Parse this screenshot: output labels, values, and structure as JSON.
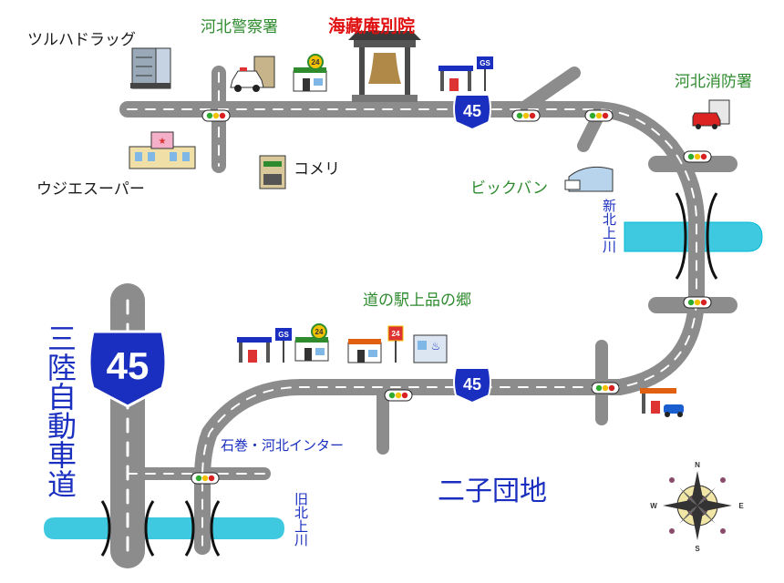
{
  "temple": "海藏庵別院",
  "route_number": "45",
  "expressway": "三陸自動車道",
  "rivers": {
    "new": "新北上川",
    "old": "旧北上川"
  },
  "interchange": "石巻・河北インター",
  "danchi": "二子団地",
  "landmarks": {
    "drugstore": "ツルハドラッグ",
    "police": "河北警察署",
    "fire": "河北消防署",
    "supermarket": "ウジエスーパー",
    "komeri": "コメリ",
    "bigbang": "ビックバン",
    "roadside_station": "道の駅上品の郷"
  },
  "compass": {
    "n": "N",
    "s": "S",
    "e": "E",
    "w": "W"
  },
  "sign_24": "24",
  "sign_gs": "GS"
}
